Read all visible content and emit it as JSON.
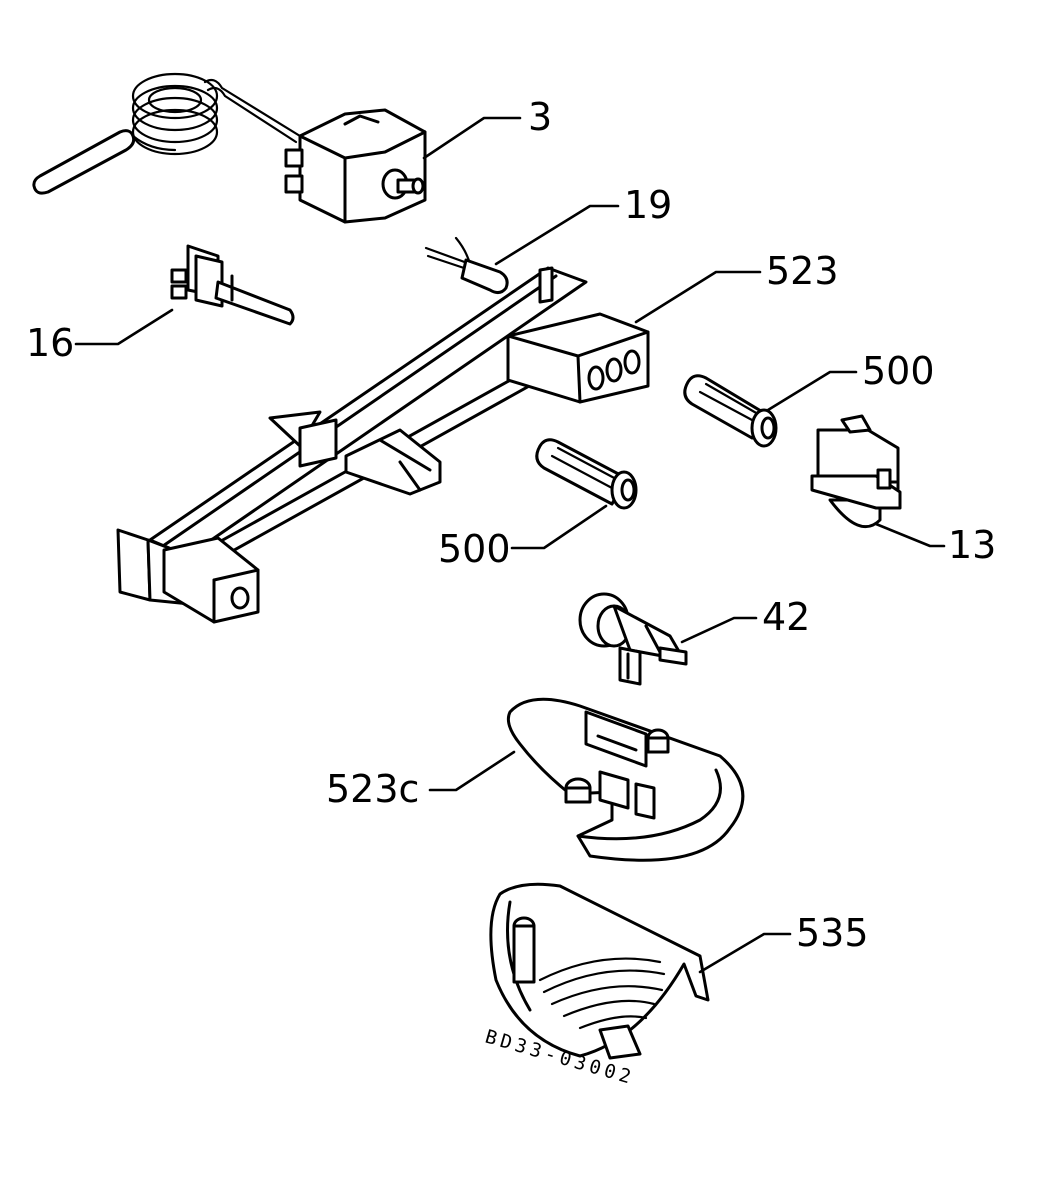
{
  "parts": [
    {
      "id": "thermostat",
      "label": "3"
    },
    {
      "id": "lamp-small",
      "label": "19"
    },
    {
      "id": "bracket-frame",
      "label": "523"
    },
    {
      "id": "lamp-holder-right",
      "label": "500"
    },
    {
      "id": "switch-left",
      "label": "16"
    },
    {
      "id": "lamp-holder-center",
      "label": "500"
    },
    {
      "id": "switch-right",
      "label": "13"
    },
    {
      "id": "lamp-socket",
      "label": "42"
    },
    {
      "id": "housing-cover",
      "label": "523c"
    },
    {
      "id": "lens-cover",
      "label": "535"
    }
  ],
  "drawing_code": "BD33-03002"
}
